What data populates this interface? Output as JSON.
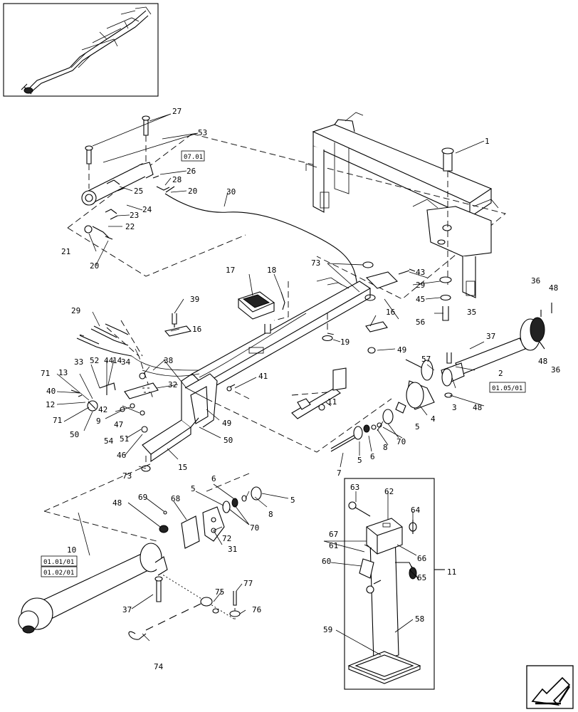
{
  "callouts": {
    "c1": "1",
    "c2": "2",
    "c3": "3",
    "c4": "4",
    "c5a": "5",
    "c5b": "5",
    "c5c": "5",
    "c5d": "5",
    "c6a": "6",
    "c6b": "6",
    "c7": "7",
    "c8a": "8",
    "c8b": "8",
    "c9": "9",
    "c10": "10",
    "c11a": "11",
    "c11b": "11",
    "c12": "12",
    "c13": "13",
    "c14": "14",
    "c15": "15",
    "c16a": "16",
    "c16b": "16",
    "c17": "17",
    "c18": "18",
    "c19": "19",
    "c20a": "20",
    "c20b": "20",
    "c21": "21",
    "c22": "22",
    "c23": "23",
    "c24": "24",
    "c25": "25",
    "c26": "26",
    "c27": "27",
    "c28": "28",
    "c29a": "29",
    "c29b": "29",
    "c30": "30",
    "c31": "31",
    "c32": "32",
    "c33": "33",
    "c34": "34",
    "c35": "35",
    "c36a": "36",
    "c36b": "36",
    "c37a": "37",
    "c37b": "37",
    "c38": "38",
    "c39": "39",
    "c40": "40",
    "c41": "41",
    "c42": "42",
    "c43": "43",
    "c44": "44",
    "c45": "45",
    "c46": "46",
    "c47": "47",
    "c48a": "48",
    "c48b": "48",
    "c48c": "48",
    "c48d": "48",
    "c49a": "49",
    "c49b": "49",
    "c50a": "50",
    "c50b": "50",
    "c51": "51",
    "c52": "52",
    "c53": "53",
    "c54": "54",
    "c56": "56",
    "c57": "57",
    "c58": "58",
    "c59": "59",
    "c60": "60",
    "c61": "61",
    "c62": "62",
    "c63": "63",
    "c64": "64",
    "c65": "65",
    "c66": "66",
    "c67": "67",
    "c68": "68",
    "c69": "69",
    "c70a": "70",
    "c70b": "70",
    "c71a": "71",
    "c71b": "71",
    "c72": "72",
    "c73a": "73",
    "c73b": "73",
    "c74": "74",
    "c75": "75",
    "c76": "76",
    "c77": "77"
  },
  "references": {
    "ref_07_01": "07.01",
    "ref_01_05_01": "01.05/01",
    "ref_01_01_01": "01.01/01",
    "ref_01_02_01": "01.02/01"
  },
  "navigation": {
    "icon": "back-arrow-icon"
  }
}
